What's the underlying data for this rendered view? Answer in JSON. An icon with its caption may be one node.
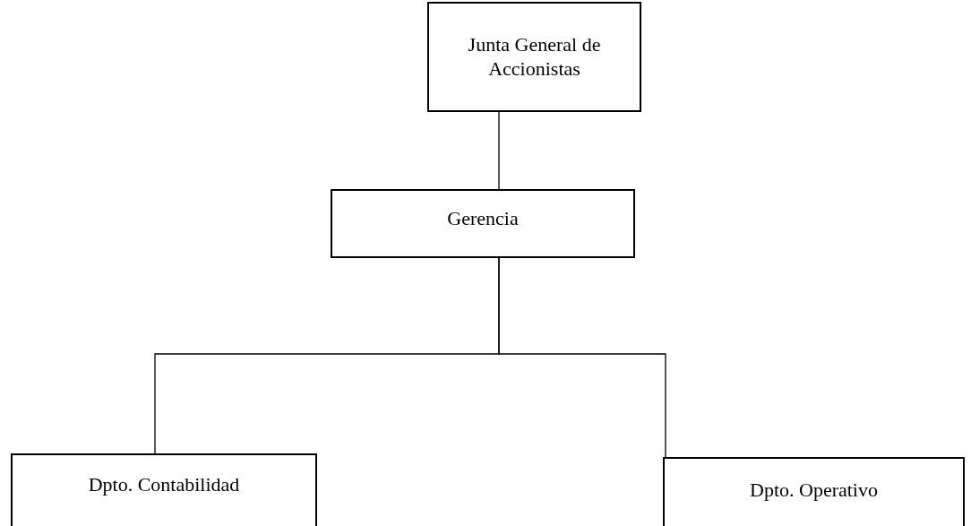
{
  "diagram": {
    "nodes": [
      {
        "text": [
          "Junta General de Accionistas"
        ]
      },
      {
        "text": [
          "Gerencia"
        ]
      },
      {
        "text": [
          "Dpto. Contabilidad"
        ]
      },
      {
        "text": [
          "Dpto. Operativo"
        ]
      }
    ],
    "edges": [
      {
        "from": 0,
        "to": 1,
        "arrow": "none"
      },
      {
        "from": 1,
        "to": 2,
        "arrow": "none"
      },
      {
        "from": 1,
        "to": 3,
        "arrow": "none"
      }
    ]
  }
}
